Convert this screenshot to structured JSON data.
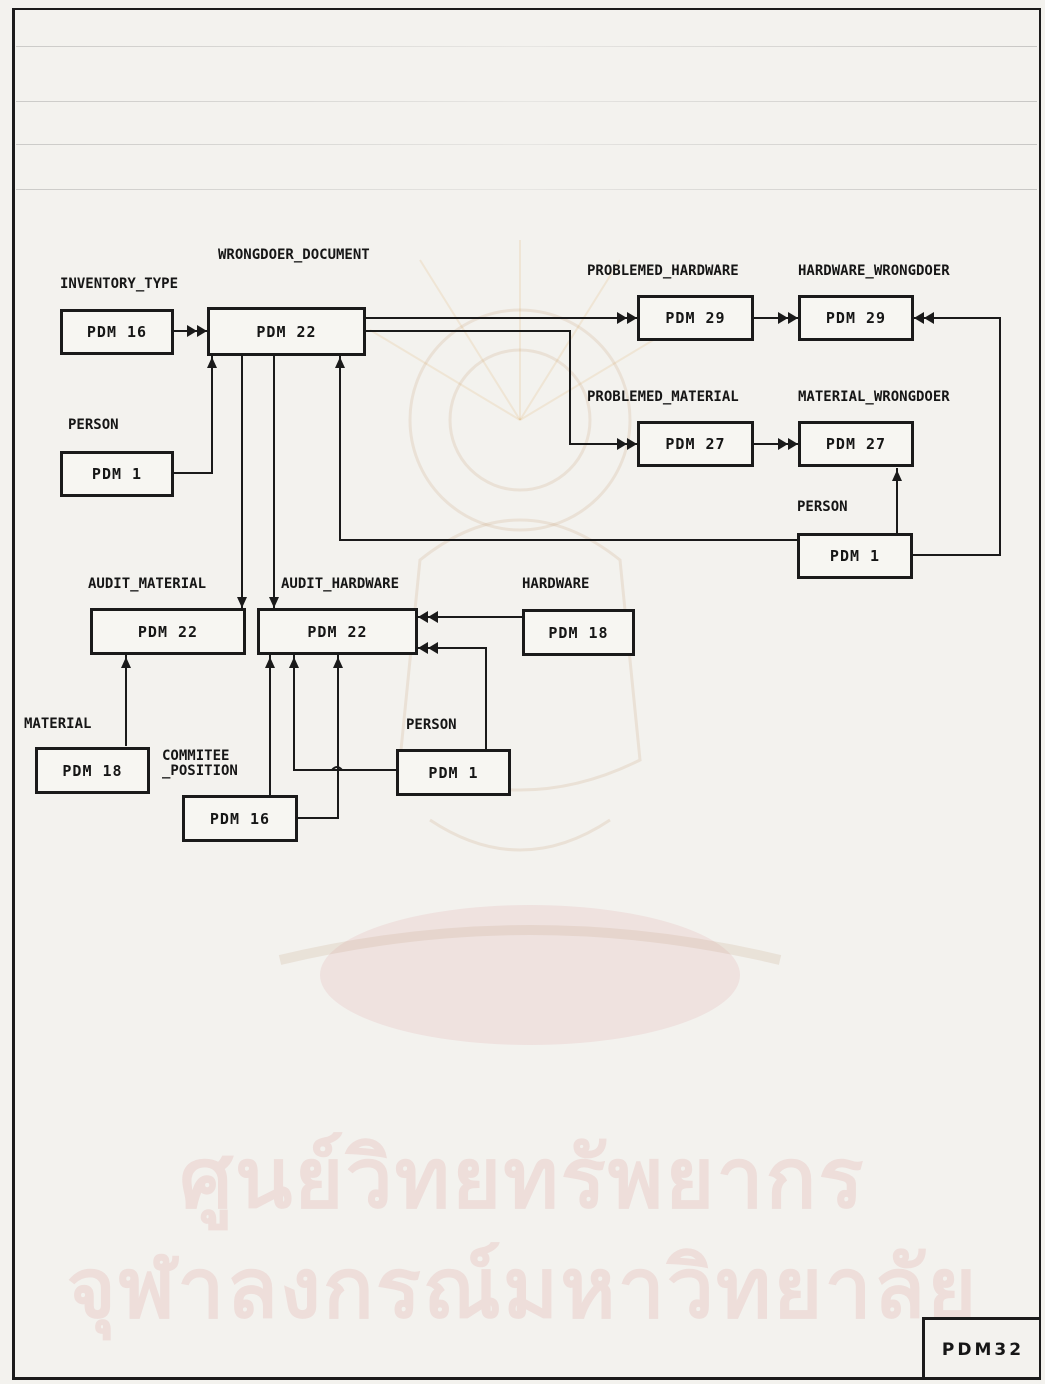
{
  "watermark": {
    "line1": "ศูนย์วิทยทรัพยากร",
    "line2": "จุฬาลงกรณ์มหาวิทยาลัย"
  },
  "entities": {
    "inventory_type": {
      "label": "INVENTORY_TYPE",
      "box": "PDM 16"
    },
    "wrongdoer_document": {
      "label": "WRONGDOER_DOCUMENT",
      "box": "PDM 22"
    },
    "person_top": {
      "label": "PERSON",
      "box": "PDM 1"
    },
    "problemed_hardware": {
      "label": "PROBLEMED_HARDWARE",
      "box": "PDM 29"
    },
    "hardware_wrongdoer": {
      "label": "HARDWARE_WRONGDOER",
      "box": "PDM 29"
    },
    "problemed_material": {
      "label": "PROBLEMED_MATERIAL",
      "box": "PDM 27"
    },
    "material_wrongdoer": {
      "label": "MATERIAL_WRONGDOER",
      "box": "PDM 27"
    },
    "person_right": {
      "label": "PERSON",
      "box": "PDM 1"
    },
    "audit_material": {
      "label": "AUDIT_MATERIAL",
      "box": "PDM 22"
    },
    "audit_hardware": {
      "label": "AUDIT_HARDWARE",
      "box": "PDM 22"
    },
    "hardware": {
      "label": "HARDWARE",
      "box": "PDM 18"
    },
    "material": {
      "label": "MATERIAL",
      "box": "PDM 18"
    },
    "committee_position": {
      "label_line1": "COMMITEE",
      "label_line2": "_POSITION",
      "box": "PDM 16"
    },
    "person_bottom": {
      "label": "PERSON",
      "box": "PDM 1"
    }
  },
  "page_id": "PDM32"
}
